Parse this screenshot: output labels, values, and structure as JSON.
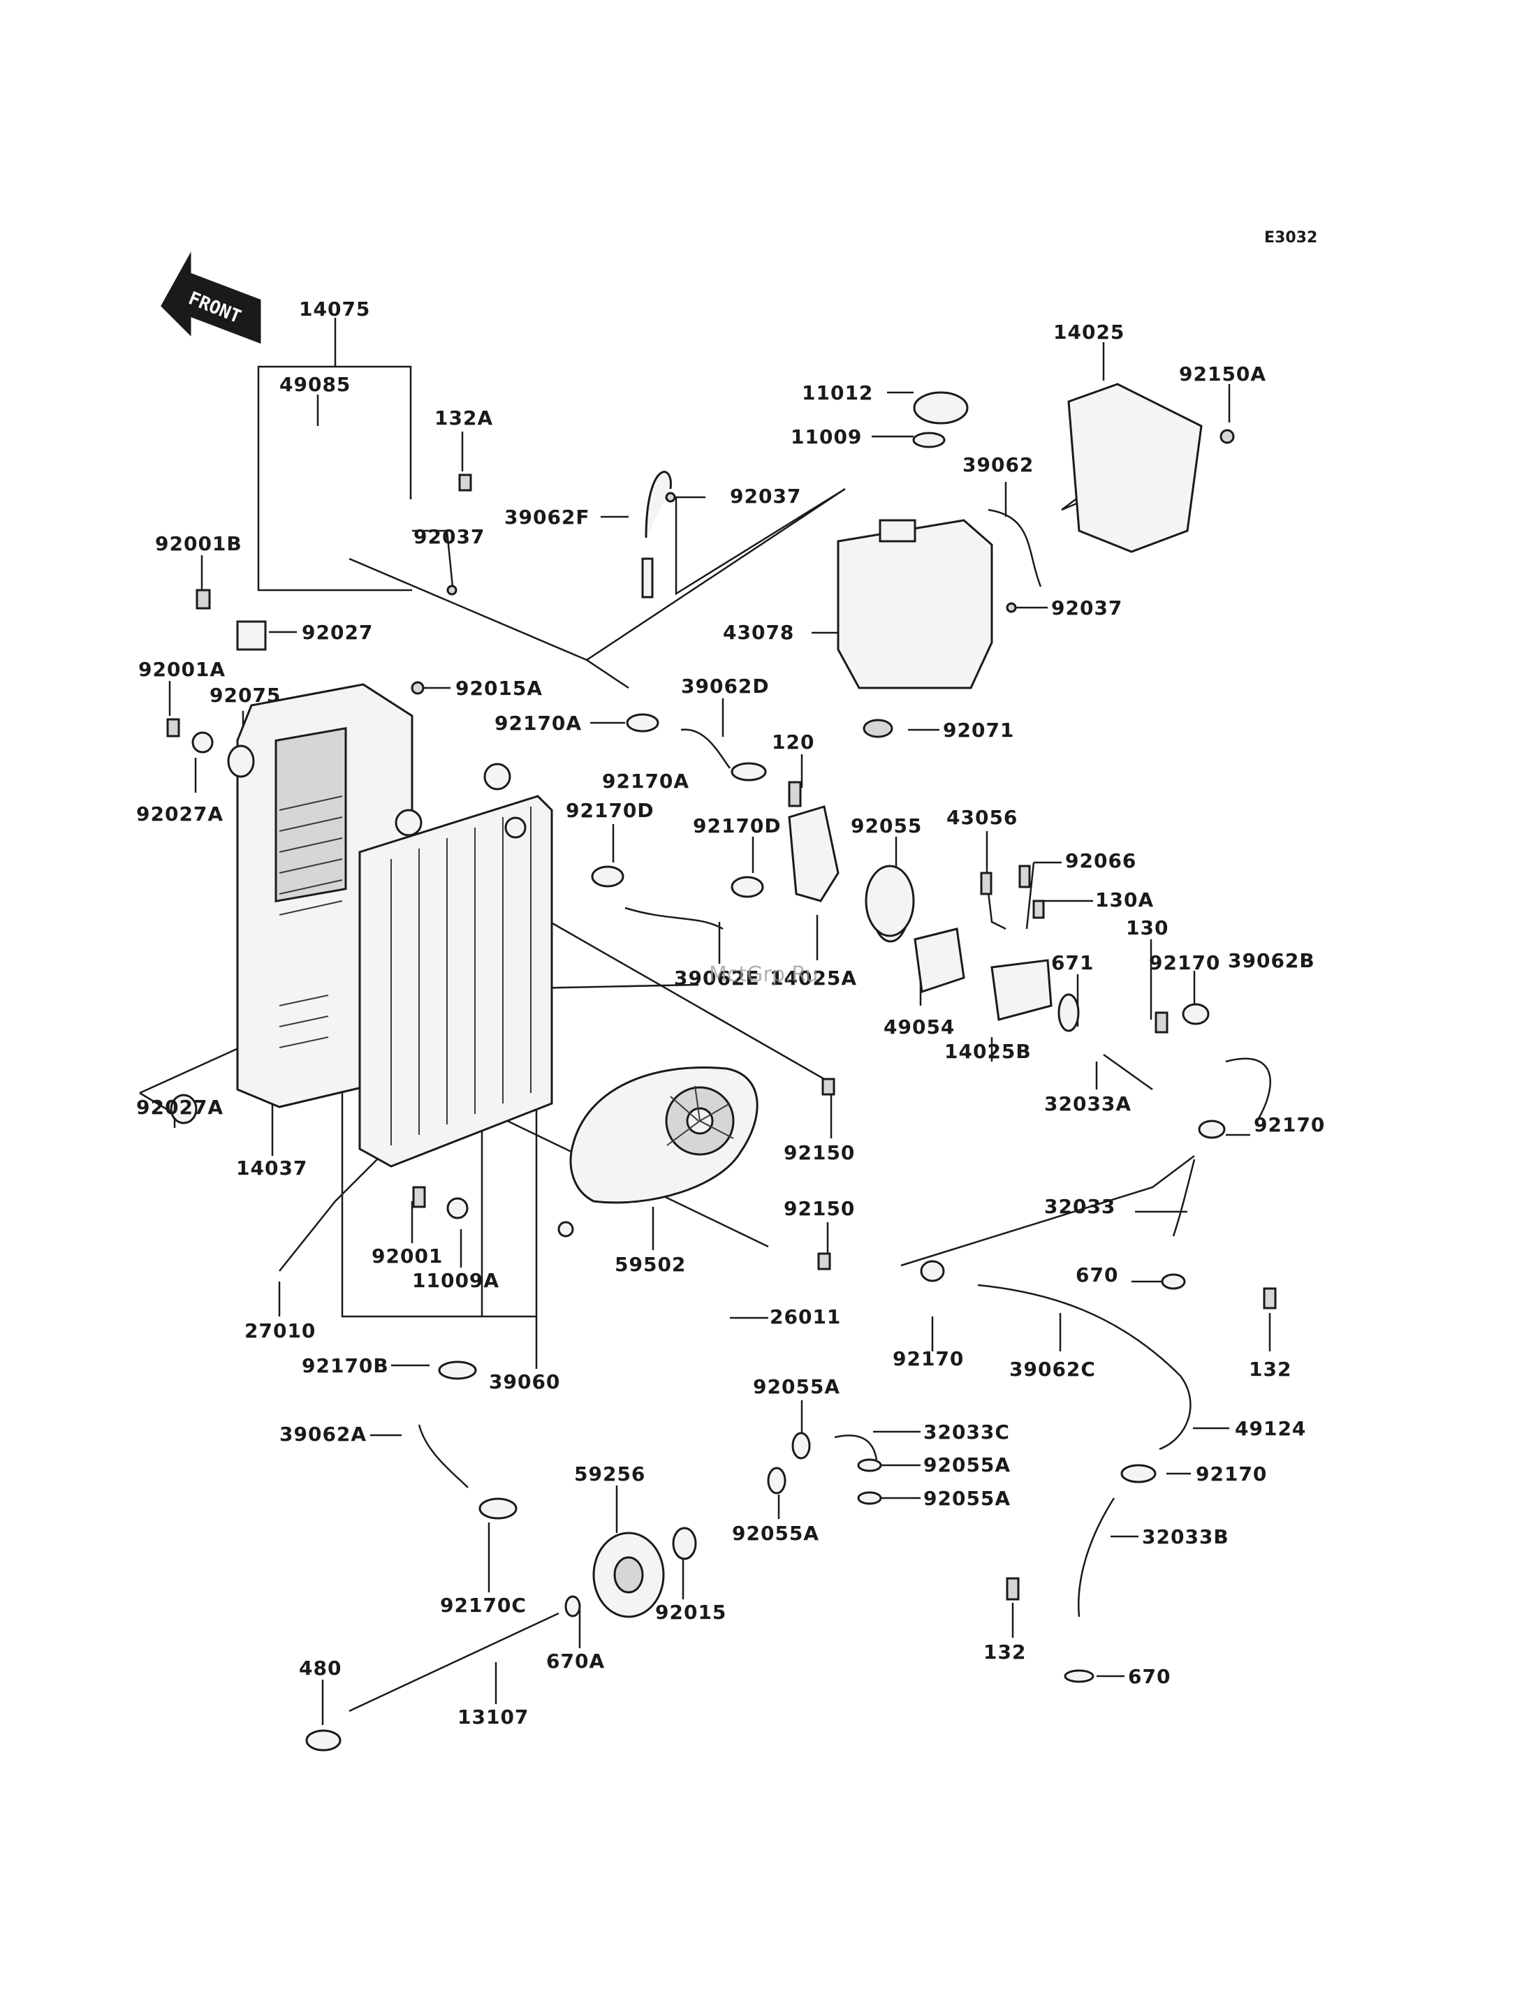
{
  "diagram_code": "E3032",
  "direction_label": "FRONT",
  "watermark": "MctGrp.Ru",
  "parts": [
    "14075",
    "49085",
    "132A",
    "92037",
    "39062F",
    "92001B",
    "92027",
    "92001A",
    "92075",
    "92027A",
    "92015A",
    "92170A",
    "39062D",
    "92170A",
    "120",
    "92170D",
    "92170D",
    "92055",
    "43056",
    "92066",
    "130A",
    "130",
    "92170",
    "39062B",
    "671",
    "49054",
    "14025A",
    "14025B",
    "32033A",
    "92027A",
    "14037",
    "92150",
    "92150",
    "59502",
    "92001",
    "11009A",
    "27010",
    "26011",
    "92170B",
    "39060",
    "39062A",
    "92170C",
    "59256",
    "92015",
    "480",
    "670A",
    "13107",
    "92055A",
    "32033C",
    "92055A",
    "92055A",
    "92055A",
    "92170",
    "39062C",
    "670",
    "132",
    "32033",
    "49124",
    "92170",
    "32033B",
    "132",
    "670",
    "14025",
    "92150A",
    "11012",
    "11009",
    "39062",
    "92037",
    "43078",
    "92037",
    "92071",
    "39062E",
    "92170"
  ]
}
